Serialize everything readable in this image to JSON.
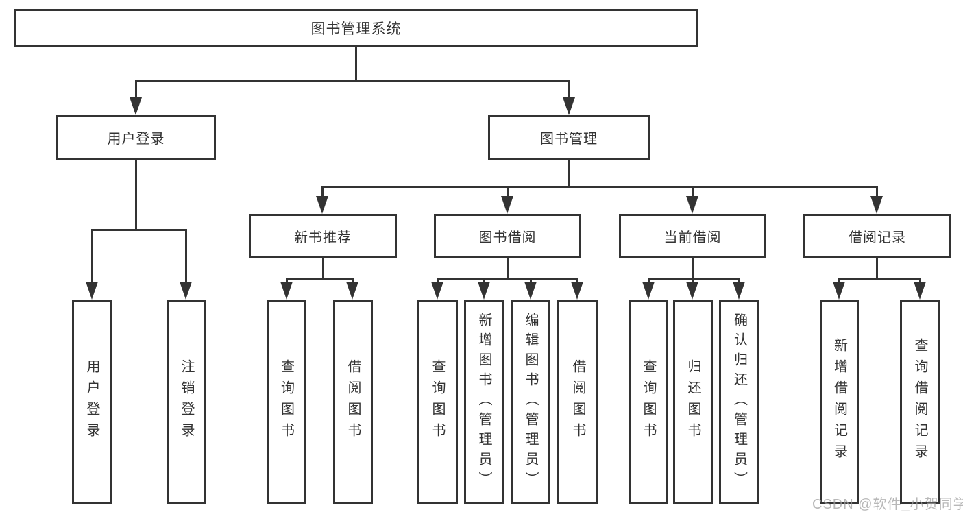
{
  "diagram": {
    "root": {
      "label": "图书管理系统"
    },
    "branches": [
      {
        "label": "用户登录",
        "children": [
          {
            "label": "用户登录"
          },
          {
            "label": "注销登录"
          }
        ]
      },
      {
        "label": "图书管理",
        "children": [
          {
            "label": "新书推荐",
            "children": [
              {
                "label": "查询图书"
              },
              {
                "label": "借阅图书"
              }
            ]
          },
          {
            "label": "图书借阅",
            "children": [
              {
                "label": "查询图书"
              },
              {
                "label": "新增图书（管理员）"
              },
              {
                "label": "编辑图书（管理员）"
              },
              {
                "label": "借阅图书"
              }
            ]
          },
          {
            "label": "当前借阅",
            "children": [
              {
                "label": "查询图书"
              },
              {
                "label": "归还图书"
              },
              {
                "label": "确认归还（管理员）"
              }
            ]
          },
          {
            "label": "借阅记录",
            "children": [
              {
                "label": "新增借阅记录"
              },
              {
                "label": "查询借阅记录"
              }
            ]
          }
        ]
      }
    ]
  },
  "watermark": {
    "text": "CSDN @软件_小贺同学"
  },
  "colors": {
    "line": "#333333",
    "text": "#333333",
    "watermark": "#a0a0a0",
    "background": "#ffffff"
  }
}
